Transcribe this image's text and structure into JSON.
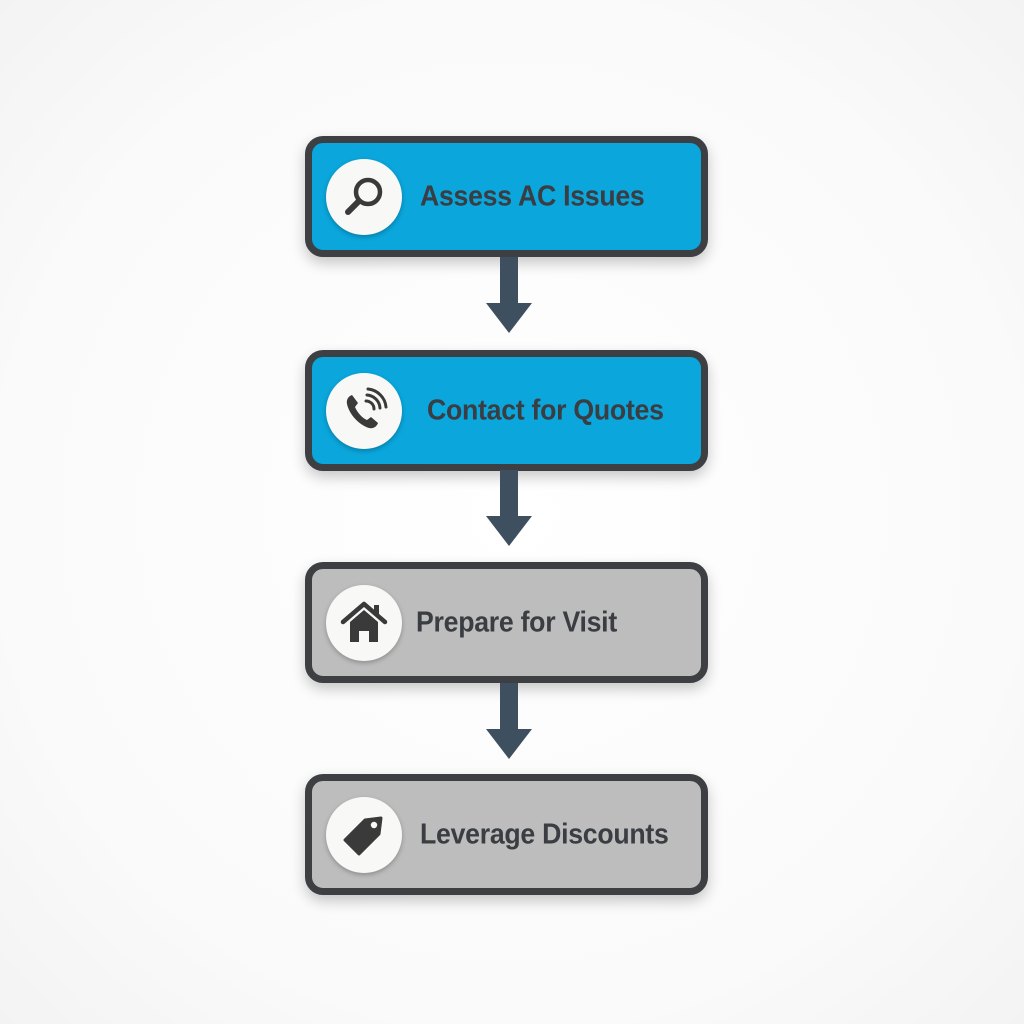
{
  "diagram": {
    "type": "vertical-flowchart",
    "colors": {
      "active_fill": "#0aa6dc",
      "inactive_fill": "#bdbdbd",
      "border": "#3d3f43",
      "arrow": "#3e4f5f",
      "text": "#3a3d42",
      "icon_bg": "#f8f8f6"
    },
    "steps": [
      {
        "label": "Assess AC Issues",
        "icon": "magnifying-glass-icon",
        "state": "active"
      },
      {
        "label": "Contact for Quotes",
        "icon": "phone-call-icon",
        "state": "active"
      },
      {
        "label": "Prepare for Visit",
        "icon": "house-icon",
        "state": "inactive"
      },
      {
        "label": "Leverage Discounts",
        "icon": "price-tag-icon",
        "state": "inactive"
      }
    ],
    "connectors": [
      {
        "from": 0,
        "to": 1,
        "type": "down-arrow"
      },
      {
        "from": 1,
        "to": 2,
        "type": "down-arrow"
      },
      {
        "from": 2,
        "to": 3,
        "type": "down-arrow"
      }
    ]
  }
}
